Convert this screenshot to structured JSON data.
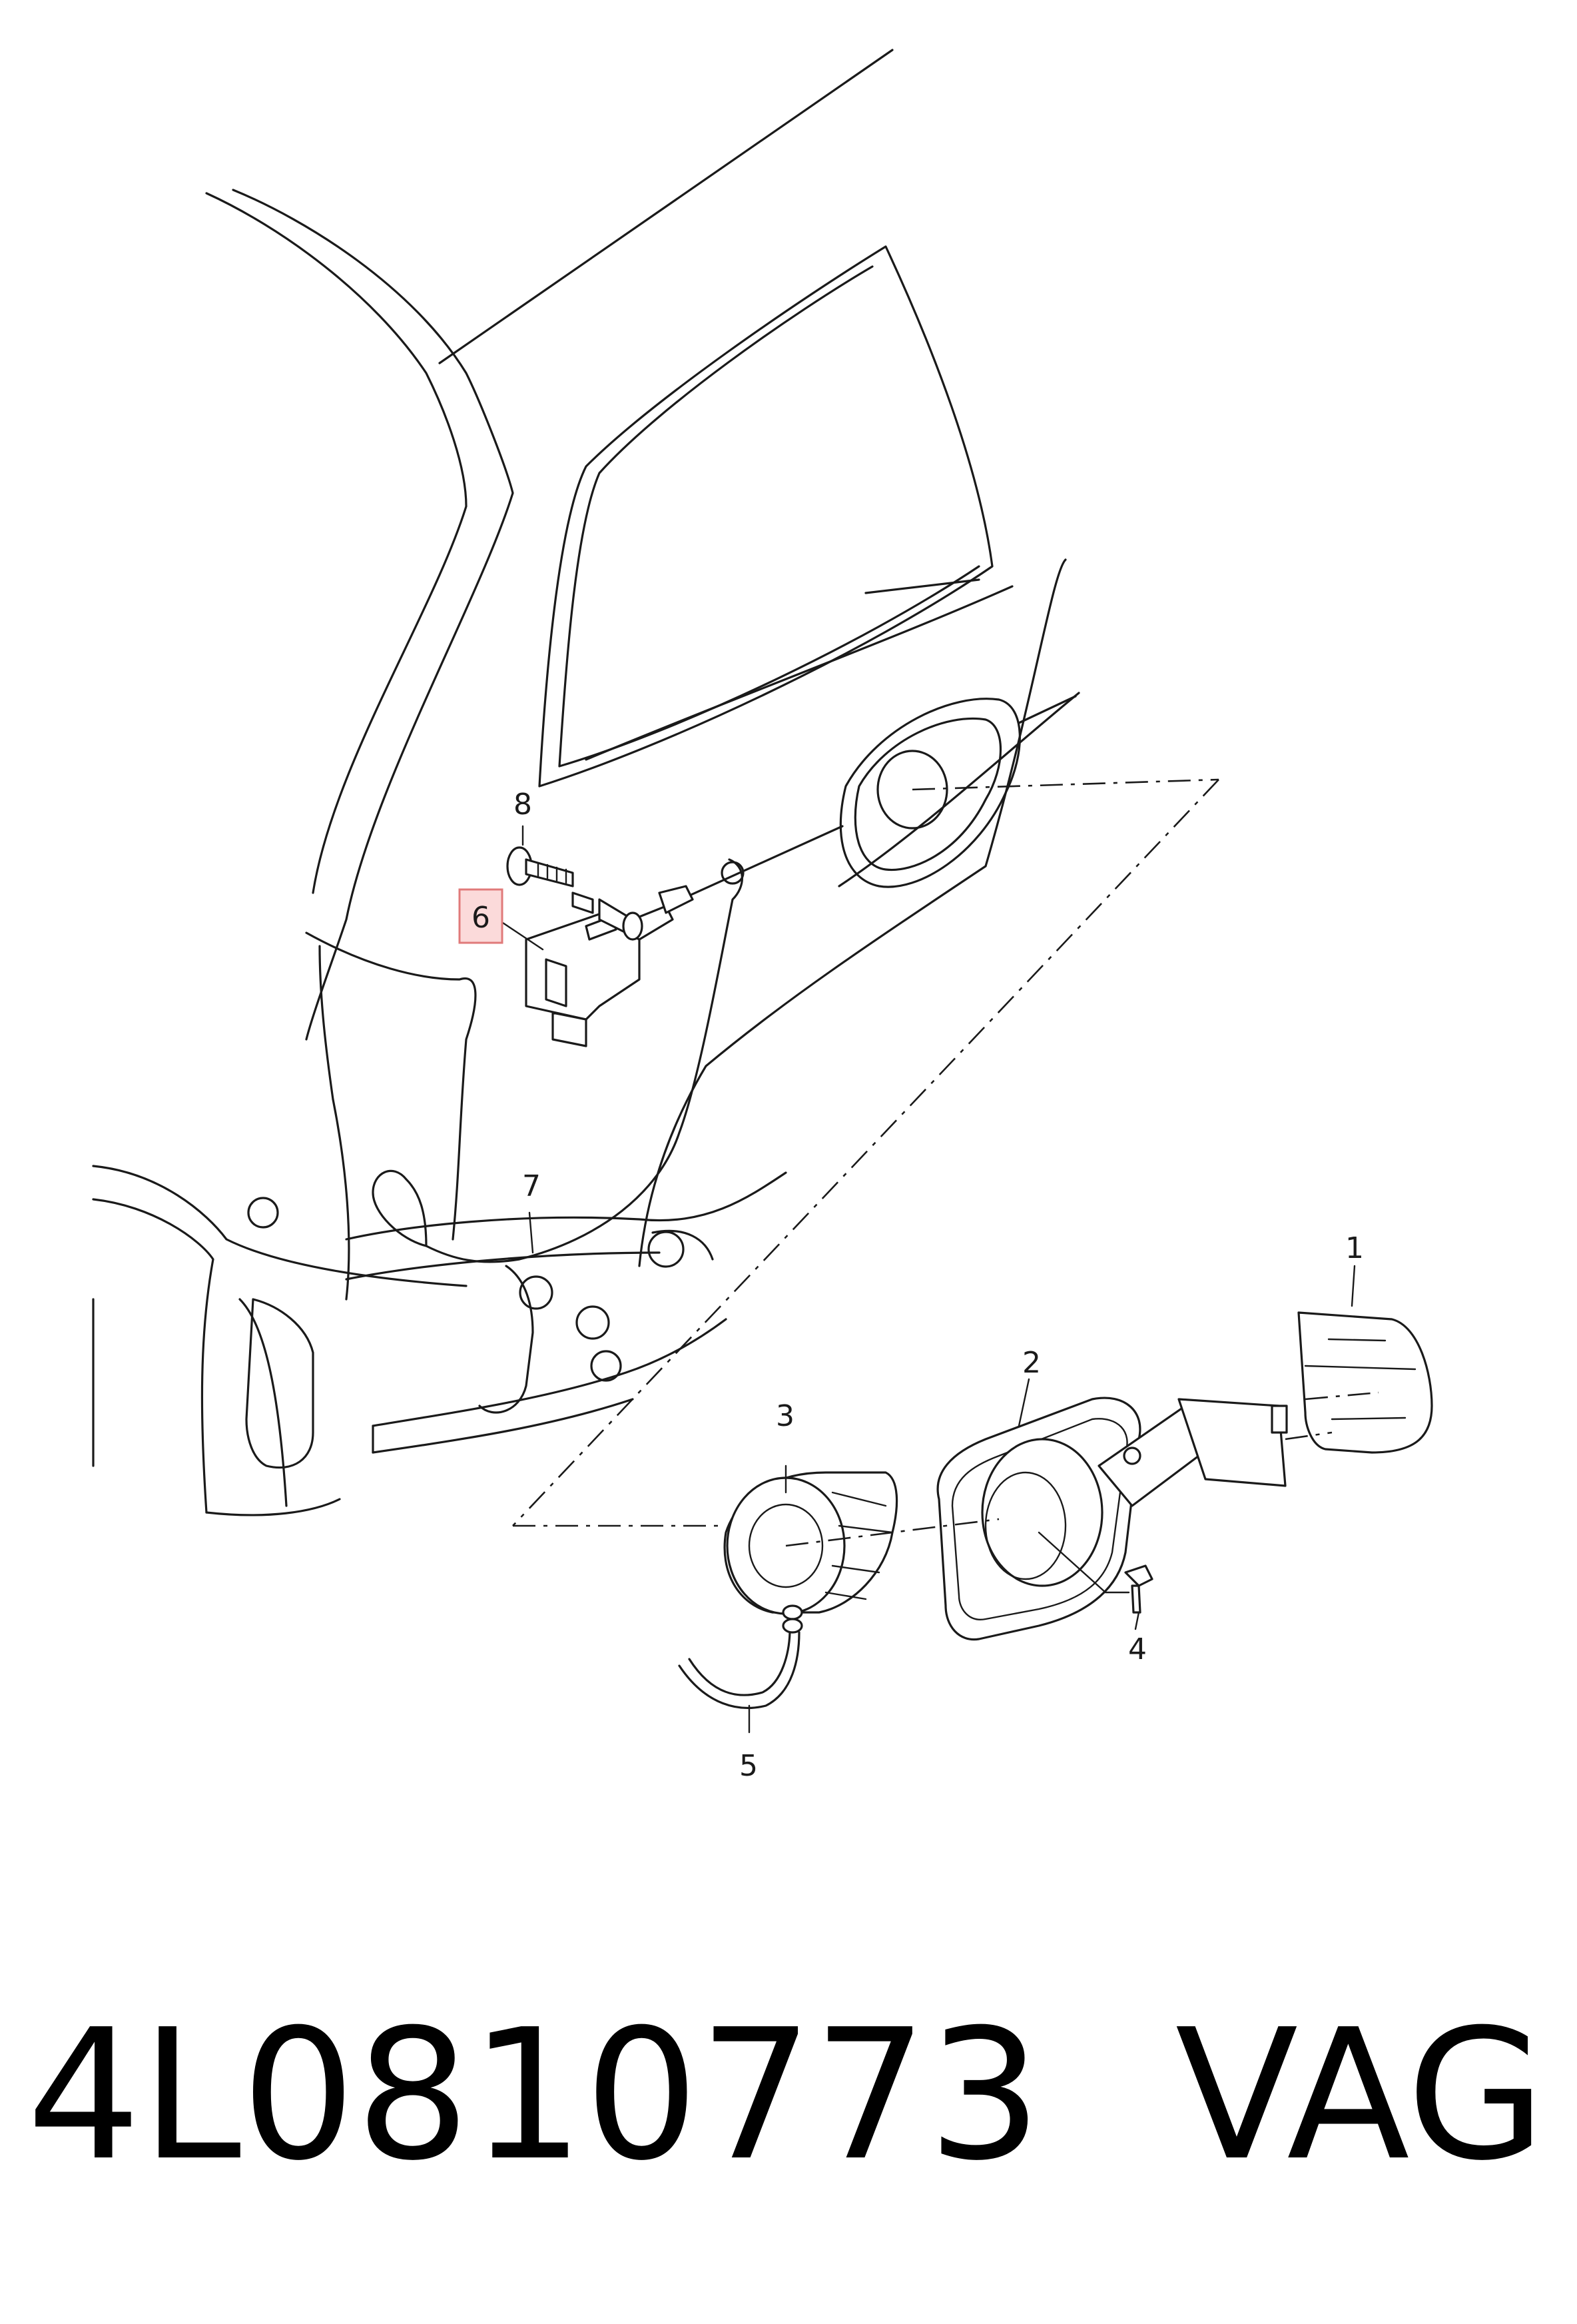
{
  "callouts": {
    "c1": "1",
    "c2": "2",
    "c3": "3",
    "c4": "4",
    "c5": "5",
    "c6": "6",
    "c7": "7",
    "c8": "8"
  },
  "highlighted_callout": "6",
  "caption": {
    "part_number": "4L0810773",
    "brand": "VAG"
  },
  "colors": {
    "line": "#1a1a1a",
    "highlight_fill": "#fbdada",
    "highlight_stroke": "#e07a7a"
  }
}
